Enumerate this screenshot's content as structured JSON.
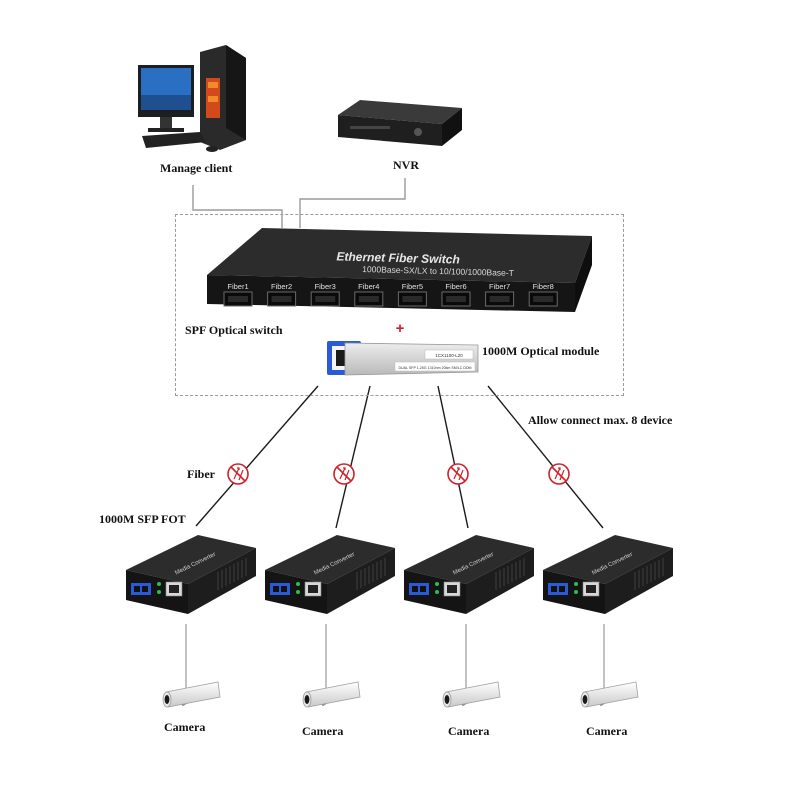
{
  "labels": {
    "manage_client": "Manage client",
    "nvr": "NVR",
    "spf_optical_switch": "SPF Optical switch",
    "plus": "+",
    "optical_module": "1000M Optical module",
    "allow_connect": "Allow connect max. 8 device",
    "fiber": "Fiber",
    "sfp_fot": "1000M SFP FOT",
    "camera": "Camera"
  },
  "switch": {
    "title": "Ethernet Fiber Switch",
    "subtitle": "1000Base-SX/LX to 10/100/1000Base-T",
    "ports": [
      "Fiber1",
      "Fiber2",
      "Fiber3",
      "Fiber4",
      "Fiber5",
      "Fiber6",
      "Fiber7",
      "Fiber8"
    ]
  },
  "sfp_module": {
    "line1": "1CX1100-L20",
    "line2": "DUAL SFP 1.25G  1310nm 20km SM/LC DDM"
  },
  "converter_label": "Media Converter",
  "colors": {
    "fiber_sign": "#d0202a",
    "device_body": "#1a1a1a",
    "text": "#111111"
  }
}
